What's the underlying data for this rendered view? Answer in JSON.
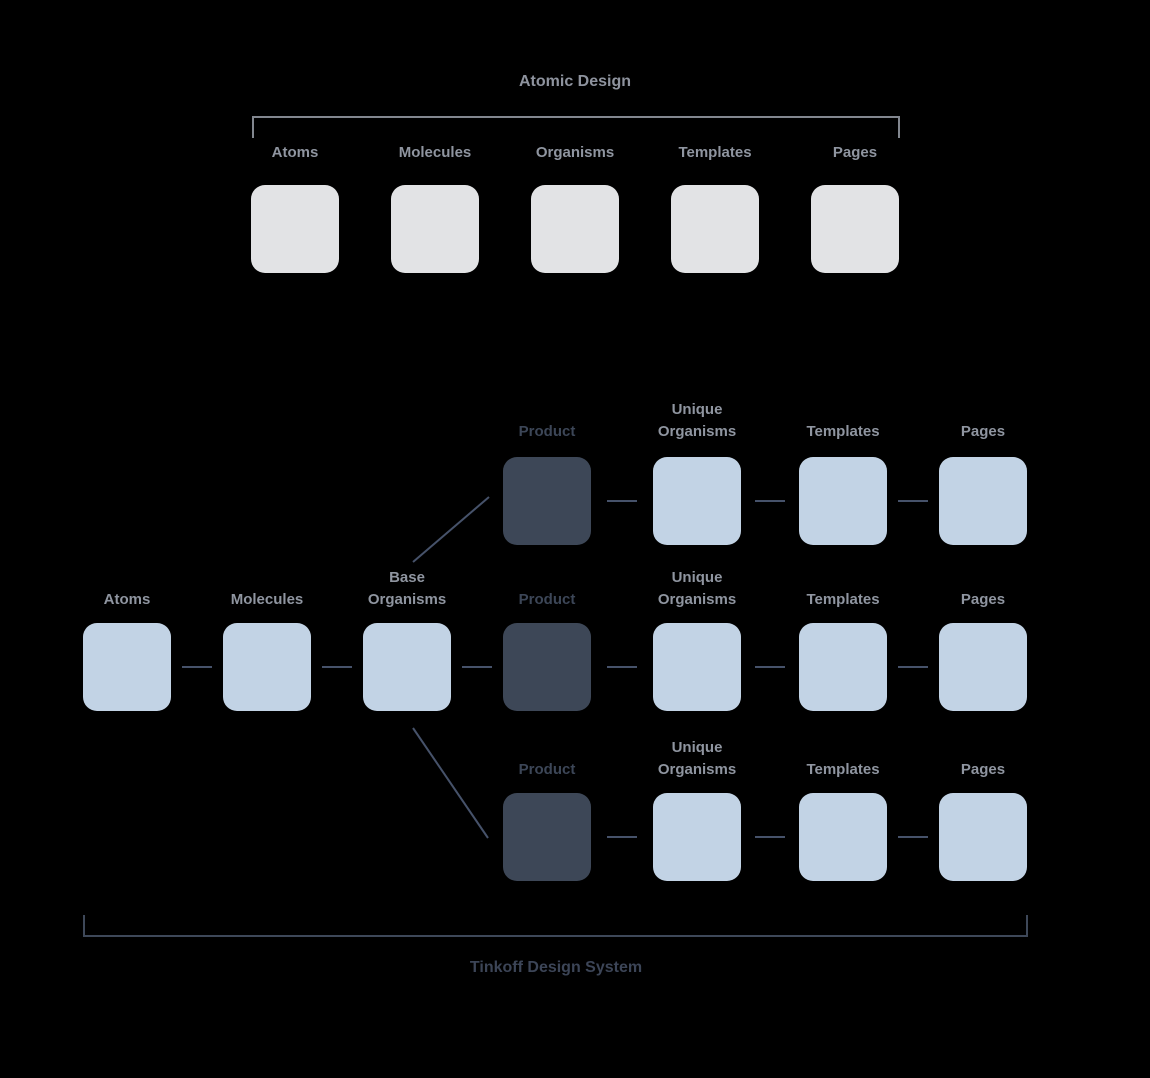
{
  "colors": {
    "background": "#000000",
    "box_gray": "#e2e3e5",
    "box_light_blue": "#c2d3e5",
    "box_dark_navy": "#3d4757",
    "text_gray": "#8f95a0",
    "text_dark": "#3c4657",
    "connector_line": "#46526a",
    "bracket_top": "#82878f",
    "bracket_bottom": "#3e4859"
  },
  "atomic_design": {
    "title": "Atomic Design",
    "stages": [
      "Atoms",
      "Molecules",
      "Organisms",
      "Templates",
      "Pages"
    ]
  },
  "tinkoff_design_system": {
    "title": "Tinkoff Design System",
    "columns": [
      "Atoms",
      "Molecules",
      "Base Organisms",
      "Product",
      "Unique Organisms",
      "Templates",
      "Pages"
    ],
    "branch_columns": [
      "Product",
      "Unique Organisms",
      "Templates",
      "Pages"
    ]
  }
}
